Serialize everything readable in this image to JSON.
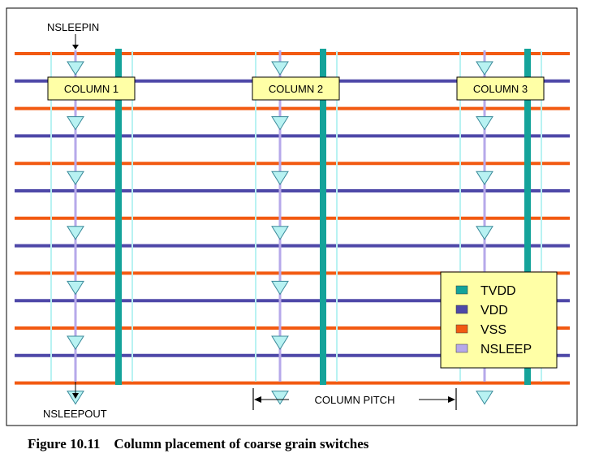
{
  "diagram": {
    "columns": [
      {
        "label": "COLUMN 1"
      },
      {
        "label": "COLUMN 2"
      },
      {
        "label": "COLUMN 3"
      }
    ],
    "input_signal": "NSLEEPIN",
    "output_signal": "NSLEEPOUT",
    "pitch_label": "COLUMN PITCH",
    "switches_per_column": 7,
    "rails": [
      "VSS",
      "VDD",
      "VSS",
      "VDD",
      "VSS",
      "VDD",
      "VSS",
      "VDD",
      "VSS",
      "VDD",
      "VSS",
      "VDD",
      "VSS"
    ],
    "legend": [
      {
        "name": "TVDD",
        "color": "#14a39a"
      },
      {
        "name": "VDD",
        "color": "#4e48a8"
      },
      {
        "name": "VSS",
        "color": "#f25a12"
      },
      {
        "name": "NSLEEP",
        "color": "#b6a8ea"
      }
    ],
    "colors": {
      "column_box": "#ffffa6",
      "switch_fill": "#b8f2f2",
      "column_guide": "#b8f2f2",
      "frame": "#000000"
    }
  },
  "caption": "Figure 10.11    Column placement of coarse grain switches"
}
